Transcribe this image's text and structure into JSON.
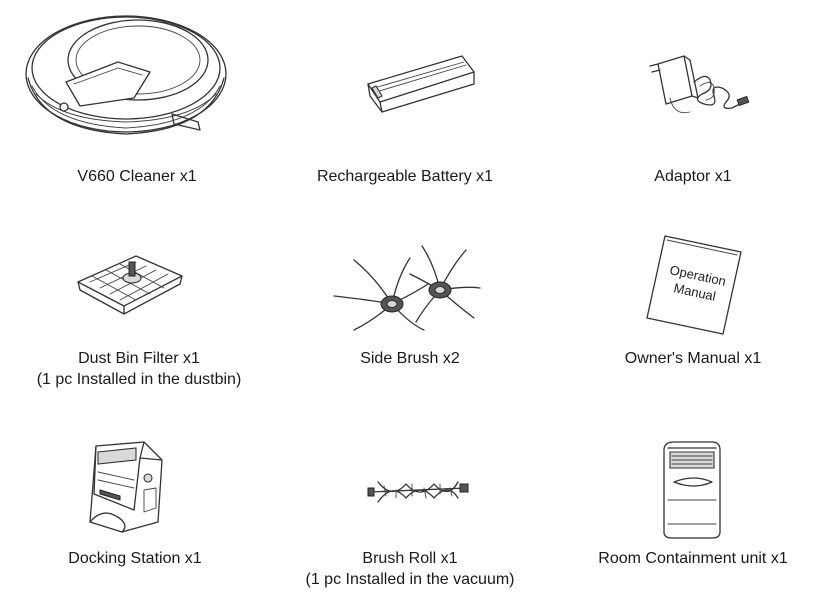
{
  "items": [
    {
      "lines": [
        "V660 Cleaner x1"
      ],
      "icon": "robot-vacuum-icon"
    },
    {
      "lines": [
        "Rechargeable Battery x1"
      ],
      "icon": "battery-pack-icon"
    },
    {
      "lines": [
        "Adaptor  x1"
      ],
      "icon": "power-adaptor-icon"
    },
    {
      "lines": [
        "Dust Bin Filter x1",
        "(1 pc Installed in the dustbin)"
      ],
      "icon": "dust-bin-filter-icon"
    },
    {
      "lines": [
        "Side Brush x2"
      ],
      "icon": "side-brush-icon"
    },
    {
      "lines": [
        "Owner's Manual x1"
      ],
      "icon": "owners-manual-icon"
    },
    {
      "lines": [
        "Docking Station x1"
      ],
      "icon": "docking-station-icon"
    },
    {
      "lines": [
        "Brush Roll x1",
        "(1 pc Installed in the vacuum)"
      ],
      "icon": "brush-roll-icon"
    },
    {
      "lines": [
        "Room  Containment  unit  x1"
      ],
      "icon": "room-containment-unit-icon"
    }
  ],
  "manual_cover_text": [
    "Operation",
    "Manual"
  ]
}
